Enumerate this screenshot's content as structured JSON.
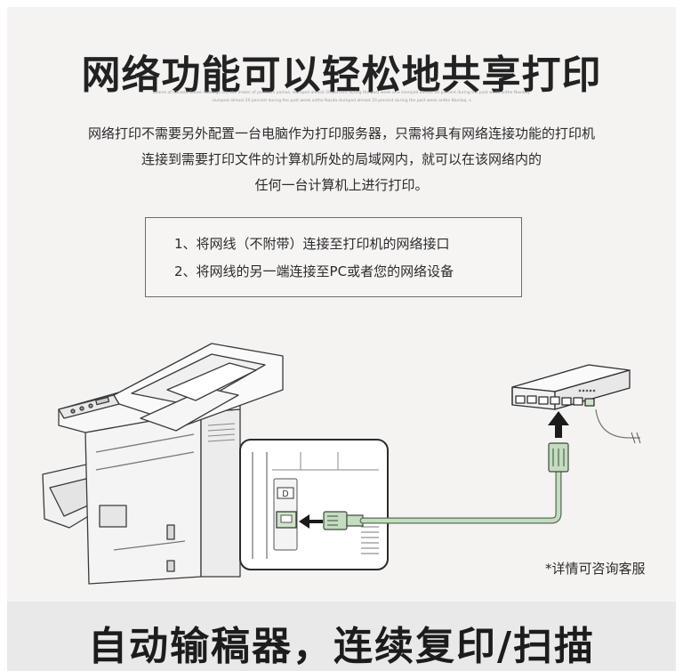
{
  "heading": "网络功能可以轻松地共享打印",
  "fineprint": [
    "Shares of Canada Goose Holdings Inc, the maker of premium parkas, slumped almost 20 percent during the past week onS slumped almost 20 percent during the past week onthe Nasdaq.",
    "slumped almost 20 percent during the past week onthe Nasda slumped almost 20 percent during the past week onthe Nasdaq. s"
  ],
  "intro": [
    "网络打印不需要另外配置一台电脑作为打印服务器，只需将具有网络连接功能的打印机",
    "连接到需要打印文件的计算机所处的局域网内，就可以在该网络内的",
    "任何一台计算机上进行打印。"
  ],
  "steps": [
    "1、将网线（不附带）连接至打印机的网络接口",
    "2、将网线的另一端连接至PC或者您的网络设备"
  ],
  "port_label": "D",
  "note": "*详情可咨询客服",
  "next_heading": "自动输稿器，连续复印/扫描",
  "colors": {
    "panel": "#f5f3f2",
    "cable": "#c4dcbf",
    "cable_outline": "#5b6b59",
    "bottom_band": "#e9e9e9"
  }
}
